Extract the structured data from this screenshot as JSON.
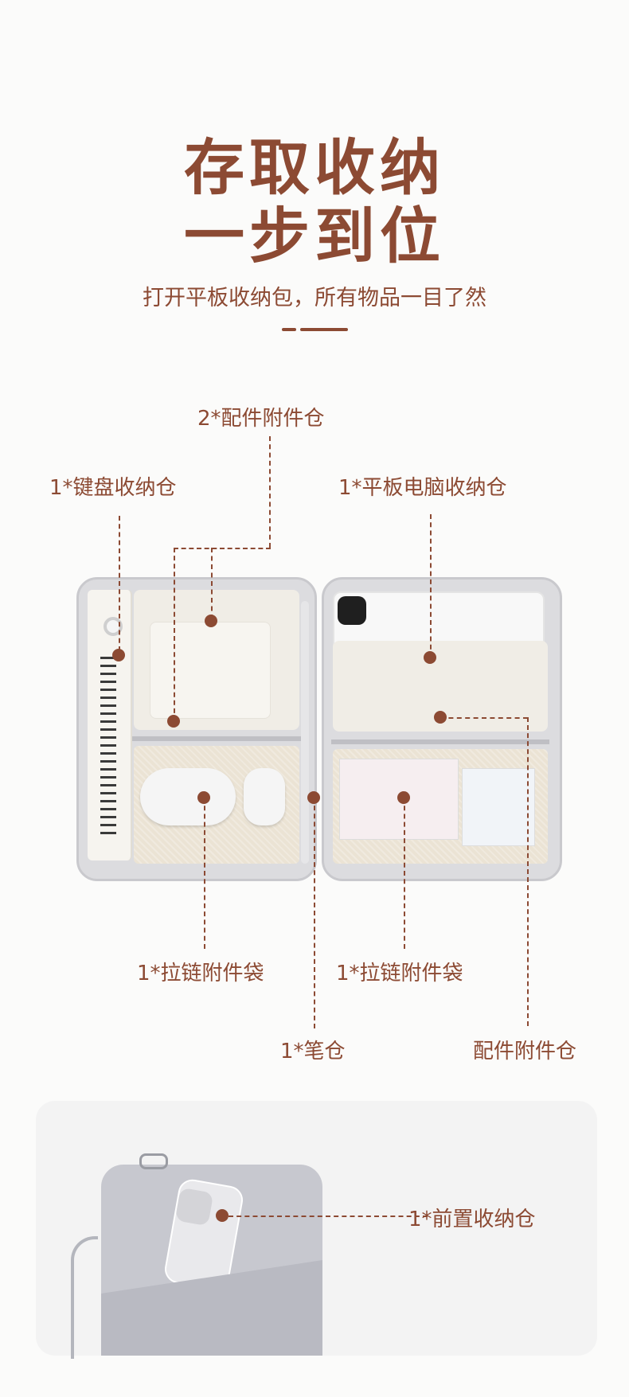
{
  "headline": {
    "line1": "存取收纳",
    "line2": "一步到位",
    "subtitle": "打开平板收纳包，所有物品一目了然"
  },
  "labels": {
    "accessory_compartments": "2*配件附件仓",
    "keyboard_compartment": "1*键盘收纳仓",
    "tablet_compartment": "1*平板电脑收纳仓",
    "zip_pouch_left": "1*拉链附件袋",
    "zip_pouch_right": "1*拉链附件袋",
    "pen_slot": "1*笔仓",
    "accessory_compartment_right": "配件附件仓",
    "front_compartment": "1*前置收纳仓"
  },
  "colors": {
    "accent": "#8c4a33",
    "background": "#fbfbfa",
    "case_gray": "#dcdcdf",
    "lining_beige": "#f0ede6"
  }
}
